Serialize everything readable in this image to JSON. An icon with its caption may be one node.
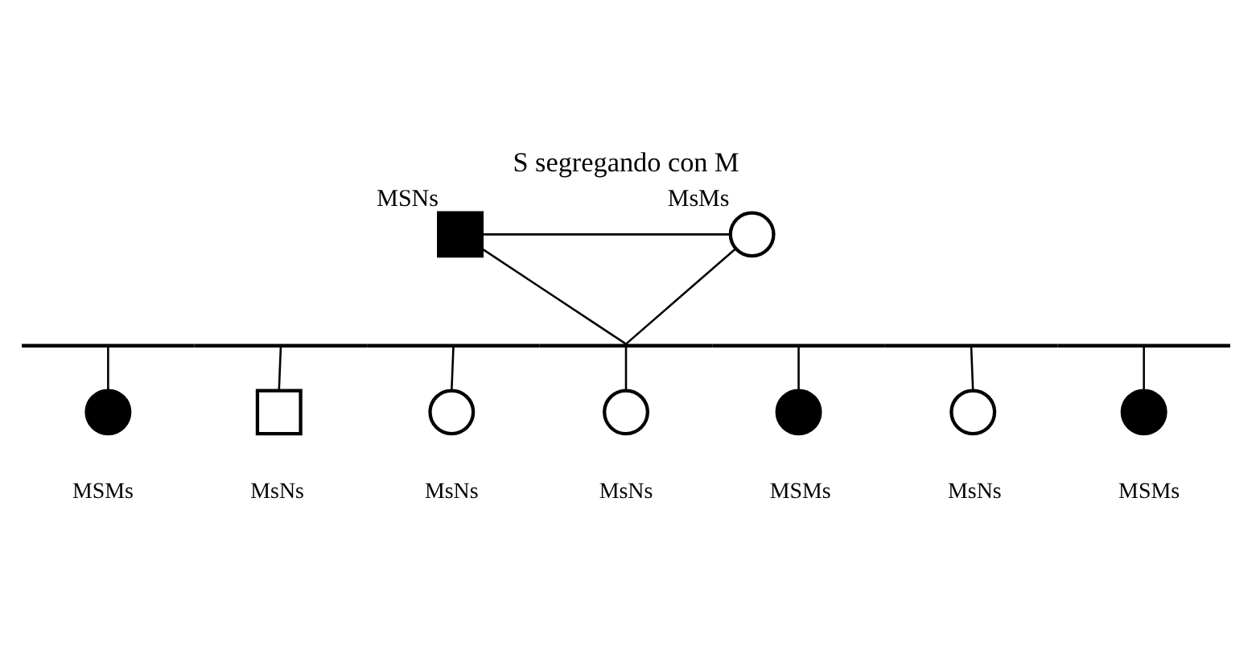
{
  "diagram": {
    "title": "S segregando con M",
    "nodes": [
      {
        "text": [],
        "shape": "box",
        "beside": [
          "MSNs"
        ]
      },
      {
        "text": [],
        "shape": "circle",
        "beside": [
          "MsMs"
        ]
      },
      {
        "text": [],
        "shape": "bar"
      },
      {
        "text": [],
        "shape": "circle",
        "beside": [
          "MSMs"
        ]
      },
      {
        "text": [],
        "shape": "box",
        "beside": [
          "MsNs"
        ]
      },
      {
        "text": [],
        "shape": "circle",
        "beside": [
          "MsNs"
        ]
      },
      {
        "text": [],
        "shape": "circle",
        "beside": [
          "MsNs"
        ]
      },
      {
        "text": [],
        "shape": "circle",
        "beside": [
          "MSMs"
        ]
      },
      {
        "text": [],
        "shape": "circle",
        "beside": [
          "MsNs"
        ]
      },
      {
        "text": [],
        "shape": "circle",
        "beside": [
          "MSMs"
        ]
      }
    ],
    "edges": [
      {
        "from": 0,
        "to": 1,
        "arrow": "none"
      },
      {
        "from": 0,
        "to": 2,
        "arrow": "none"
      },
      {
        "from": 1,
        "to": 2,
        "arrow": "none"
      },
      {
        "from": 2,
        "to": 3,
        "arrow": "none"
      },
      {
        "from": 2,
        "to": 4,
        "arrow": "none"
      },
      {
        "from": 2,
        "to": 5,
        "arrow": "none"
      },
      {
        "from": 2,
        "to": 6,
        "arrow": "none"
      },
      {
        "from": 2,
        "to": 7,
        "arrow": "none"
      },
      {
        "from": 2,
        "to": 8,
        "arrow": "none"
      },
      {
        "from": 2,
        "to": 9,
        "arrow": "none"
      }
    ]
  }
}
